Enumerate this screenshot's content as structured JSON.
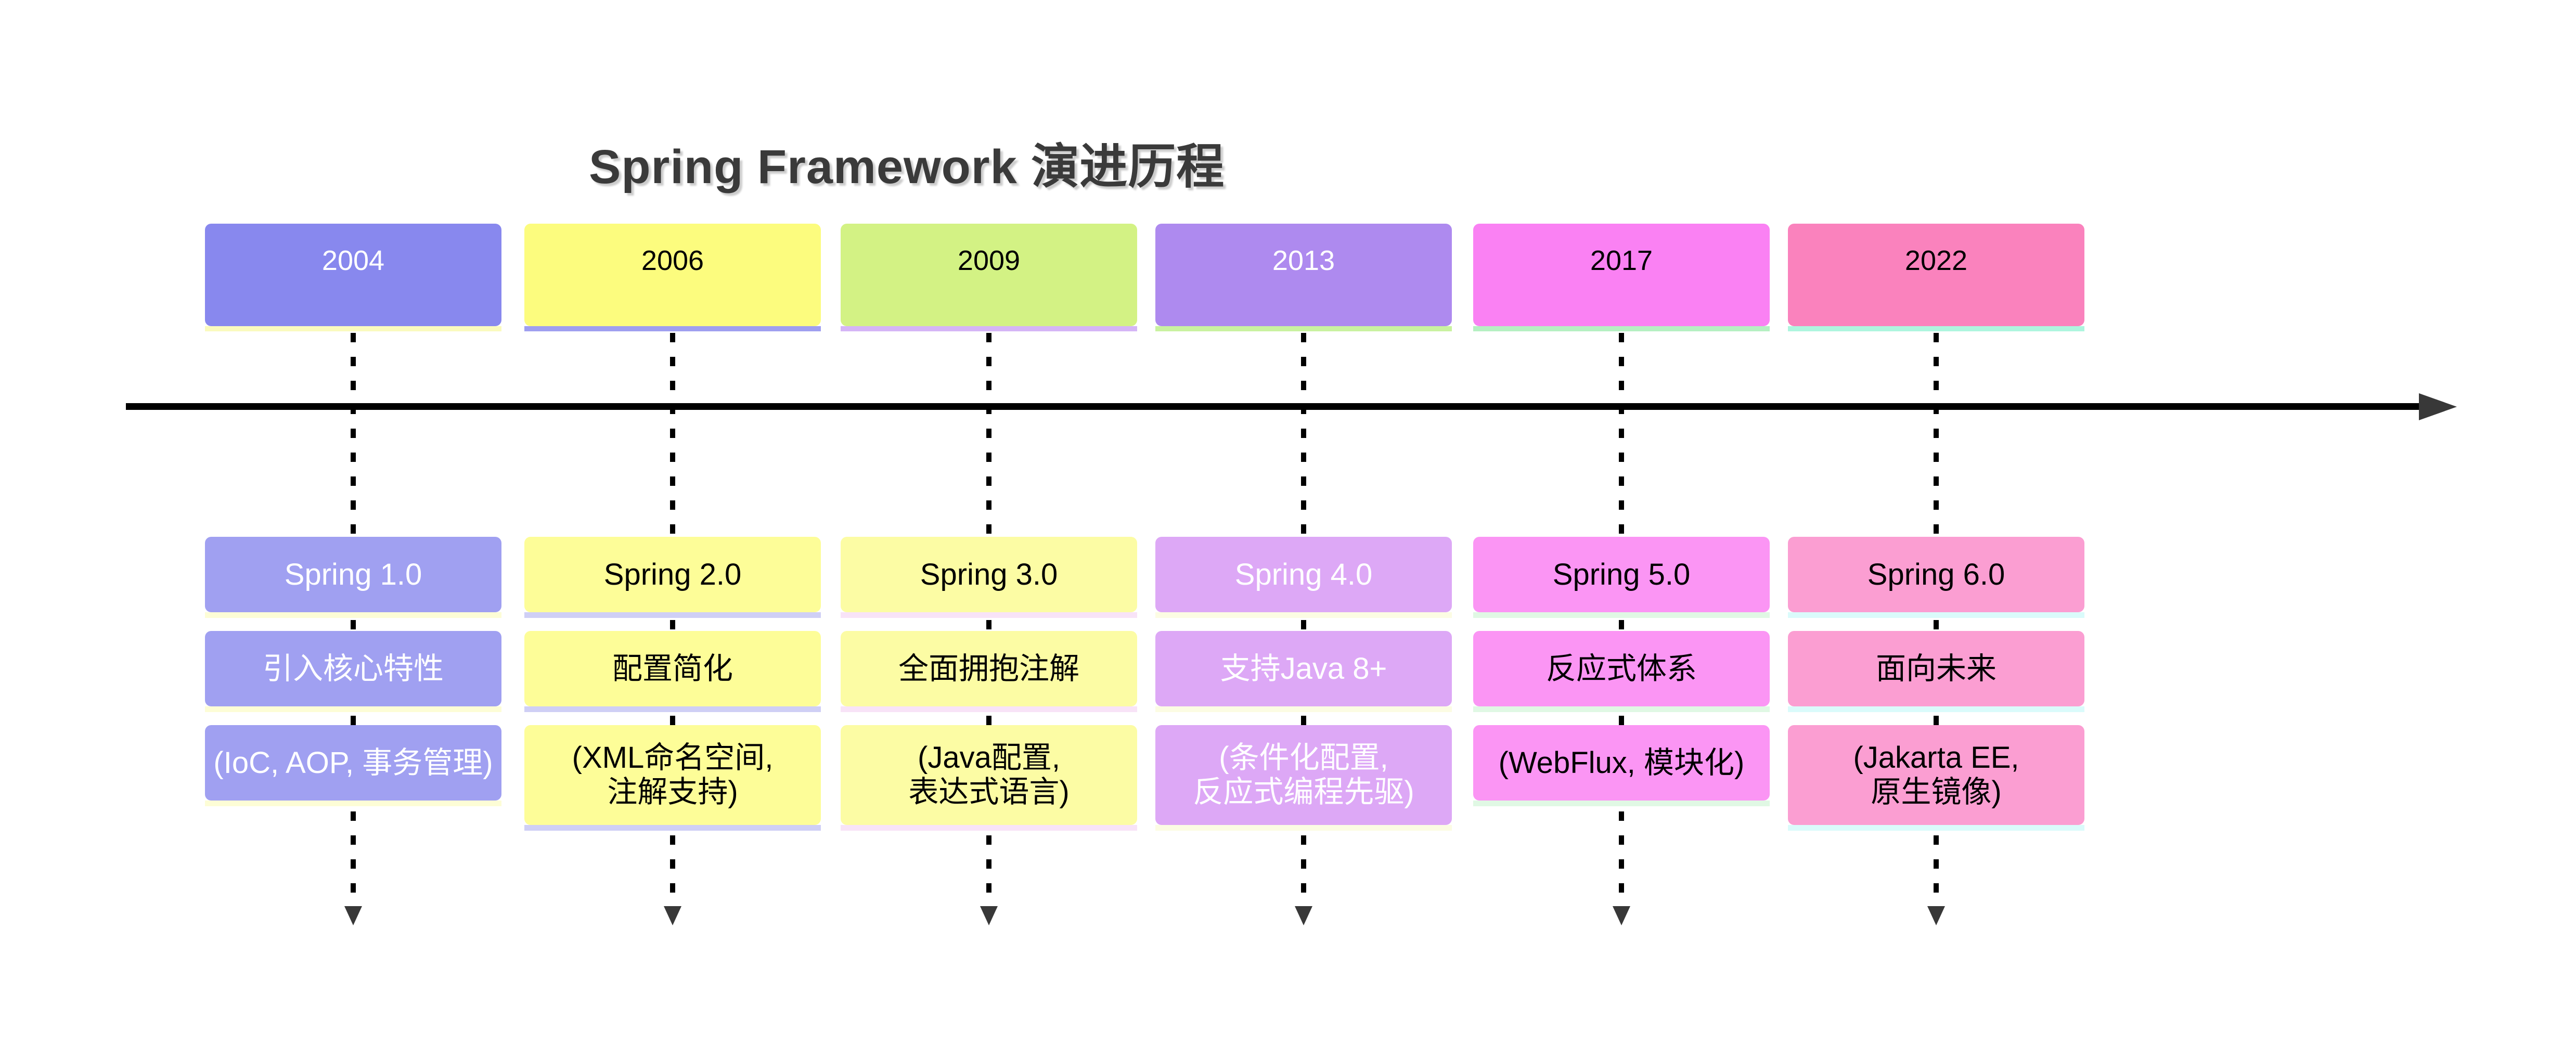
{
  "diagram_type": "timeline",
  "title": "Spring Framework 演进历程",
  "colors": {
    "background": "#ffffff",
    "title_text": "#3a3a3a",
    "axis_line": "#000000",
    "axis_arrowhead": "#383838",
    "dashed_connector": "#000000",
    "down_arrowhead": "#383838"
  },
  "icons": {
    "axis_arrowhead": "right-triangle",
    "column_arrowhead": "down-triangle"
  },
  "columns": [
    {
      "year": "2004",
      "version": "Spring 1.0",
      "theme": "引入核心特性",
      "details": [
        "(IoC, AOP, 事务管理)"
      ],
      "colors": {
        "year_fill": "#8888ee",
        "event_fill": "#a0a0f1",
        "year_shadow": "#fafabe",
        "event_shadow": "#fdfdd6",
        "text": "#ffffff"
      }
    },
    {
      "year": "2006",
      "version": "Spring 2.0",
      "theme": "配置简化",
      "details": [
        "(XML命名空间,",
        "注解支持)"
      ],
      "colors": {
        "year_fill": "#fcfc7e",
        "event_fill": "#fdfd98",
        "year_shadow": "#9f9ff0",
        "event_shadow": "#cfcff5",
        "text": "#000000"
      }
    },
    {
      "year": "2009",
      "version": "Spring 3.0",
      "theme": "全面拥抱注解",
      "details": [
        "(Java配置,",
        "表达式语言)"
      ],
      "colors": {
        "year_fill": "#d3f284",
        "event_fill": "#fcfca4",
        "year_shadow": "#d5b5f6",
        "event_shadow": "#f8e3f7",
        "text": "#000000"
      }
    },
    {
      "year": "2013",
      "version": "Spring 4.0",
      "theme": "支持Java 8+",
      "details": [
        "(条件化配置,",
        "反应式编程先驱)"
      ],
      "colors": {
        "year_fill": "#ae8aef",
        "event_fill": "#dda8f6",
        "year_shadow": "#c9f2a0",
        "event_shadow": "#fcfce3",
        "text": "#ffffff"
      }
    },
    {
      "year": "2017",
      "version": "Spring 5.0",
      "theme": "反应式体系",
      "details": [
        "(WebFlux, 模块化)"
      ],
      "colors": {
        "year_fill": "#fa81f3",
        "event_fill": "#fb95f4",
        "year_shadow": "#b5f0c2",
        "event_shadow": "#e0f8e4",
        "text": "#000000"
      }
    },
    {
      "year": "2022",
      "version": "Spring 6.0",
      "theme": "面向未来",
      "details": [
        "(Jakarta EE,",
        "原生镜像)"
      ],
      "colors": {
        "year_fill": "#fa82bd",
        "event_fill": "#fb9ed2",
        "year_shadow": "#aef5de",
        "event_shadow": "#dafbfb",
        "text": "#000000"
      }
    }
  ]
}
